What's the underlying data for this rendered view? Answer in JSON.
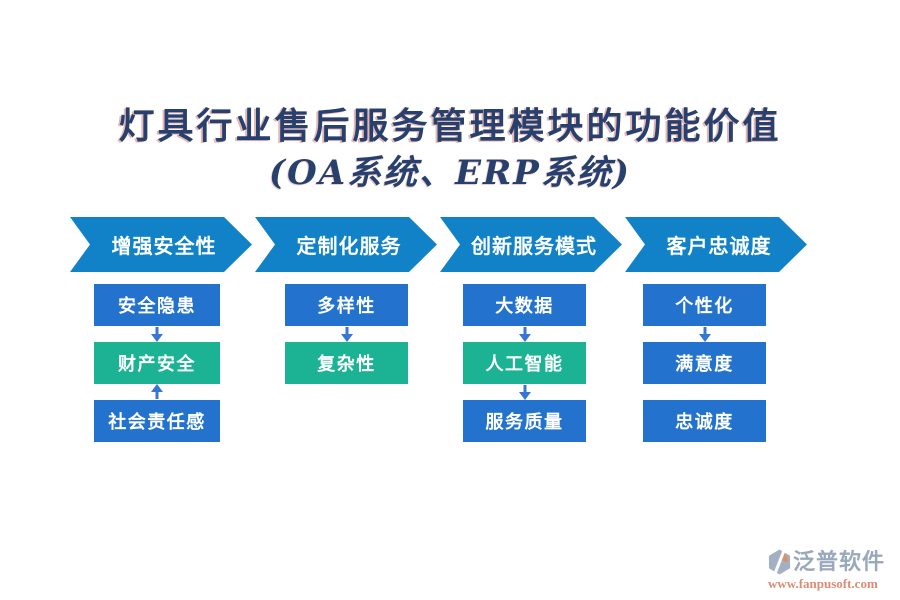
{
  "title": {
    "line1": "灯具行业售后服务管理模块的功能价值",
    "line2": "(OA系统、ERP系统)"
  },
  "columns": [
    {
      "header": "增强安全性",
      "items": [
        {
          "type": "box",
          "label": "安全隐患",
          "color": "blue"
        },
        {
          "type": "arrow",
          "dir": "down"
        },
        {
          "type": "box",
          "label": "财产安全",
          "color": "green"
        },
        {
          "type": "arrow",
          "dir": "up"
        },
        {
          "type": "box",
          "label": "社会责任感",
          "color": "blue"
        }
      ]
    },
    {
      "header": "定制化服务",
      "items": [
        {
          "type": "box",
          "label": "多样性",
          "color": "blue"
        },
        {
          "type": "arrow",
          "dir": "down"
        },
        {
          "type": "box",
          "label": "复杂性",
          "color": "green"
        }
      ]
    },
    {
      "header": "创新服务模式",
      "items": [
        {
          "type": "box",
          "label": "大数据",
          "color": "blue"
        },
        {
          "type": "arrow",
          "dir": "down"
        },
        {
          "type": "box",
          "label": "人工智能",
          "color": "green"
        },
        {
          "type": "arrow",
          "dir": "down"
        },
        {
          "type": "box",
          "label": "服务质量",
          "color": "blue"
        }
      ]
    },
    {
      "header": "客户忠诚度",
      "items": [
        {
          "type": "box",
          "label": "个性化",
          "color": "blue"
        },
        {
          "type": "arrow",
          "dir": "down"
        },
        {
          "type": "box",
          "label": "满意度",
          "color": "blue"
        },
        {
          "type": "spacer"
        },
        {
          "type": "box",
          "label": "忠诚度",
          "color": "blue"
        }
      ]
    }
  ],
  "logo": {
    "name": "泛普软件",
    "url": "www.fanpusoft.com"
  },
  "colors": {
    "chevron_blue": "#1182C8",
    "box_blue": "#2272CE",
    "box_green": "#1BB394",
    "arrow_blue": "#3577D4",
    "title_navy": "#27406E",
    "logo_gray": "#9AA8BC",
    "logo_orange": "#DC8C74"
  }
}
